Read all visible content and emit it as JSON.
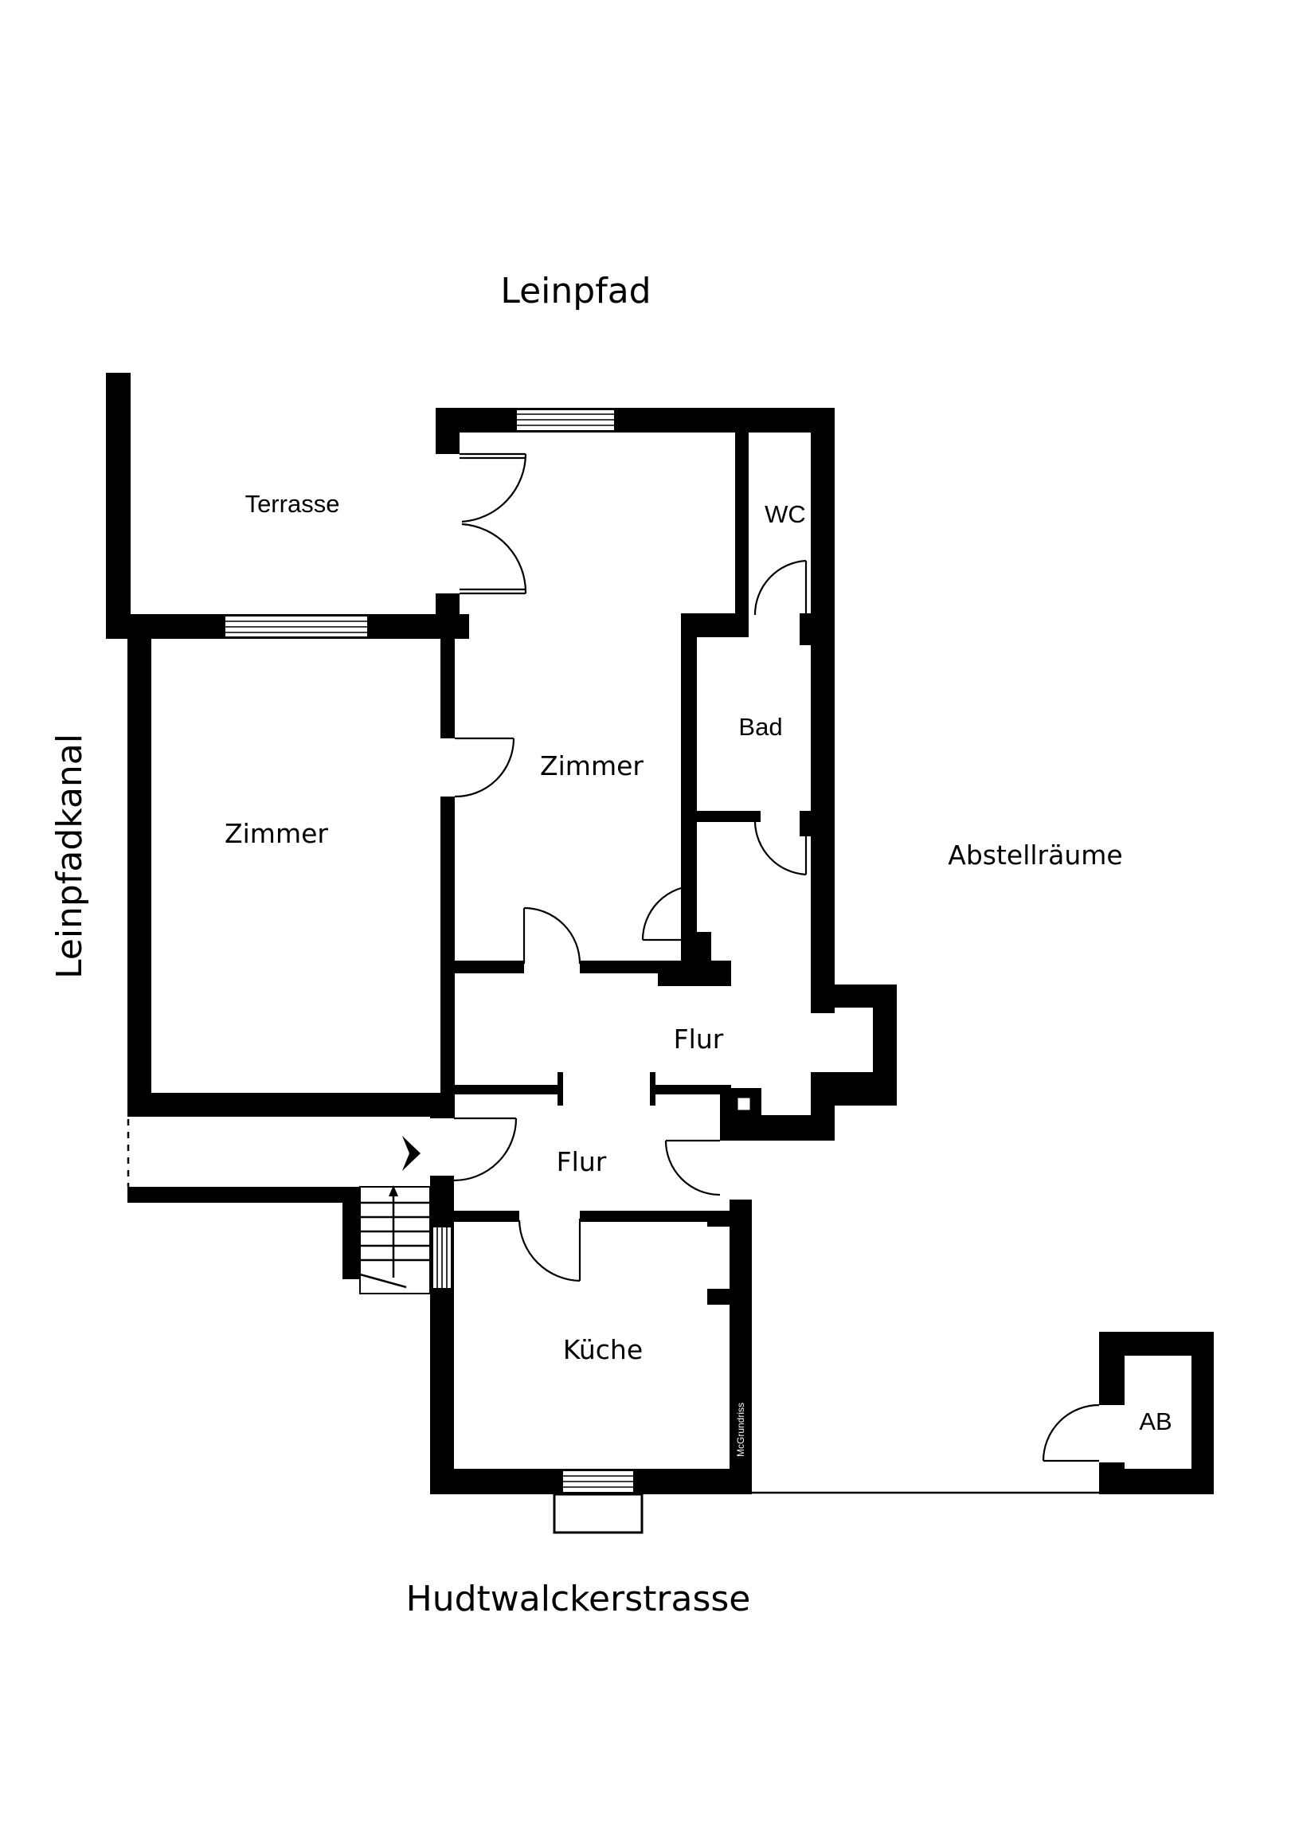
{
  "streets": {
    "top": "Leinpfad",
    "bottom": "Hudtwalckerstrasse",
    "left": "Leinpfadkanal"
  },
  "rooms": {
    "terrasse": "Terrasse",
    "zimmer_left": "Zimmer",
    "zimmer_center": "Zimmer",
    "wc": "WC",
    "bad": "Bad",
    "abstellraeume": "Abstellräume",
    "flur_upper": "Flur",
    "flur_lower": "Flur",
    "kueche": "Küche",
    "ab": "AB"
  },
  "credit": "McGrundriss",
  "colors": {
    "walls": "#000000",
    "background": "#ffffff"
  }
}
